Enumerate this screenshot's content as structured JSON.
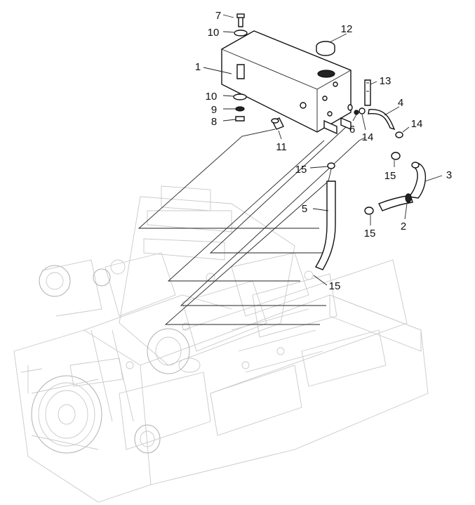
{
  "diagram": {
    "callouts": [
      {
        "id": "c1",
        "label": "1"
      },
      {
        "id": "c2",
        "label": "2"
      },
      {
        "id": "c3",
        "label": "3"
      },
      {
        "id": "c4",
        "label": "4"
      },
      {
        "id": "c5",
        "label": "5"
      },
      {
        "id": "c6",
        "label": "6"
      },
      {
        "id": "c7",
        "label": "7"
      },
      {
        "id": "c8",
        "label": "8"
      },
      {
        "id": "c9",
        "label": "9"
      },
      {
        "id": "c10a",
        "label": "10"
      },
      {
        "id": "c10b",
        "label": "10"
      },
      {
        "id": "c11",
        "label": "11"
      },
      {
        "id": "c12",
        "label": "12"
      },
      {
        "id": "c13",
        "label": "13"
      },
      {
        "id": "c14a",
        "label": "14"
      },
      {
        "id": "c14b",
        "label": "14"
      },
      {
        "id": "c15a",
        "label": "15"
      },
      {
        "id": "c15b",
        "label": "15"
      },
      {
        "id": "c15c",
        "label": "15"
      },
      {
        "id": "c15d",
        "label": "15"
      }
    ]
  }
}
